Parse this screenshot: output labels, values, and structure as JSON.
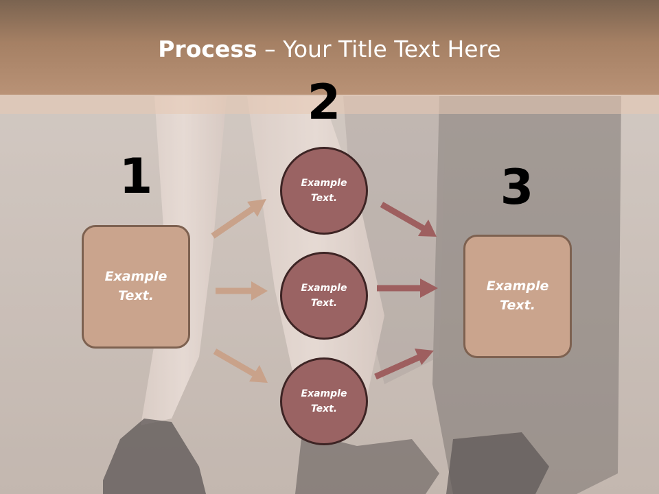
{
  "title": {
    "bold": "Process",
    "rest": " – Your Title Text Here"
  },
  "steps": {
    "one": "1",
    "two": "2",
    "three": "3"
  },
  "nodes": {
    "left_box": "Example\nText.",
    "circle_top": "Example\nText.",
    "circle_mid": "Example\nText.",
    "circle_bot": "Example\nText.",
    "right_box": "Example\nText."
  },
  "colors": {
    "box_fill": "#caa48d",
    "circle_fill": "#9a6363",
    "arrow_light": "#c9a28a",
    "arrow_dark": "#9e5f5f"
  }
}
